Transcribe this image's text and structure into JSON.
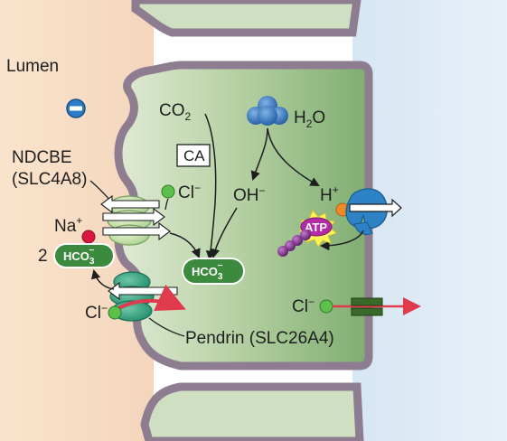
{
  "labels": {
    "lumen": "Lumen",
    "co2": "CO",
    "co2_sub": "2",
    "h2o_pre": "H",
    "h2o_sub": "2",
    "h2o_post": "O",
    "ca": "CA",
    "ndcbe_line1": "NDCBE",
    "ndcbe_line2": "(SLC4A8)",
    "na": "Na",
    "na_sup": "+",
    "cl_upper": "Cl",
    "cl_upper_sup": "−",
    "oh": "OH",
    "oh_sup": "−",
    "h_plus": "H",
    "h_plus_sup": "+",
    "atp": "ATP",
    "two": "2",
    "hco3_left": "HCO",
    "hco3_left_sub": "3",
    "hco3_left_sup": "−",
    "hco3_mid": "HCO",
    "hco3_mid_sub": "3",
    "hco3_mid_sup": "−",
    "cl_lower": "Cl",
    "cl_lower_sup": "−",
    "cl_right": "Cl",
    "cl_right_sup": "−",
    "pendrin": "Pendrin (SLC26A4)"
  },
  "colors": {
    "lumen_bg": "#f6dcc3",
    "interstitial_bg": "#dde9f4",
    "cell_green": "#a9c797",
    "membrane": "#8e7d90",
    "ion_green": "#3b8a3e",
    "sodium_red": "#d8163f",
    "proton_orange": "#f08a24",
    "water_blue": "#2f6fb5",
    "pump_blue": "#2d83c5",
    "atp_purple": "#7a2c85",
    "arrow_red": "#e03a4d",
    "transporter_green": "#2f9d82"
  }
}
